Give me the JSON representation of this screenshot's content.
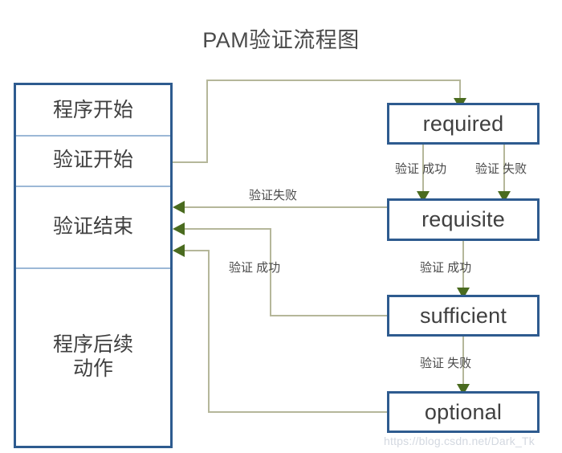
{
  "diagram": {
    "title": "PAM验证流程图",
    "watermark": "https://blog.csdn.net/Dark_Tk",
    "colors": {
      "node_border": "#2e5b8f",
      "divider": "#9cb8d6",
      "connector_line": "#b5b79a",
      "arrow_head": "#4a6b1f",
      "text": "#404040",
      "background": "#ffffff"
    },
    "left_column": {
      "name": "程序流程列",
      "cells": [
        {
          "label": "程序开始"
        },
        {
          "label": "验证开始"
        },
        {
          "label": "验证结束"
        },
        {
          "label_line1": "程序后续",
          "label_line2": "动作"
        }
      ]
    },
    "nodes": [
      {
        "id": "required",
        "label": "required"
      },
      {
        "id": "requisite",
        "label": "requisite"
      },
      {
        "id": "sufficient",
        "label": "sufficient"
      },
      {
        "id": "optional",
        "label": "optional"
      }
    ],
    "edge_labels": [
      {
        "id": "required-success",
        "text": "验证 成功"
      },
      {
        "id": "required-fail",
        "text": "验证 失败"
      },
      {
        "id": "requisite-fail",
        "text": "验证失败"
      },
      {
        "id": "requisite-success",
        "text": "验证 成功"
      },
      {
        "id": "sufficient-success",
        "text": "验证 成功"
      },
      {
        "id": "sufficient-fail",
        "text": "验证 失败"
      }
    ],
    "edges": [
      {
        "from": "验证开始",
        "to": "required",
        "label": ""
      },
      {
        "from": "required",
        "to": "requisite",
        "label": "验证 成功"
      },
      {
        "from": "required",
        "to": "requisite",
        "label": "验证 失败"
      },
      {
        "from": "requisite",
        "to": "验证结束",
        "label": "验证失败"
      },
      {
        "from": "requisite",
        "to": "sufficient",
        "label": "验证 成功"
      },
      {
        "from": "sufficient",
        "to": "验证结束",
        "label": "验证 成功"
      },
      {
        "from": "sufficient",
        "to": "optional",
        "label": "验证 失败"
      },
      {
        "from": "optional",
        "to": "验证结束",
        "label": ""
      }
    ]
  }
}
